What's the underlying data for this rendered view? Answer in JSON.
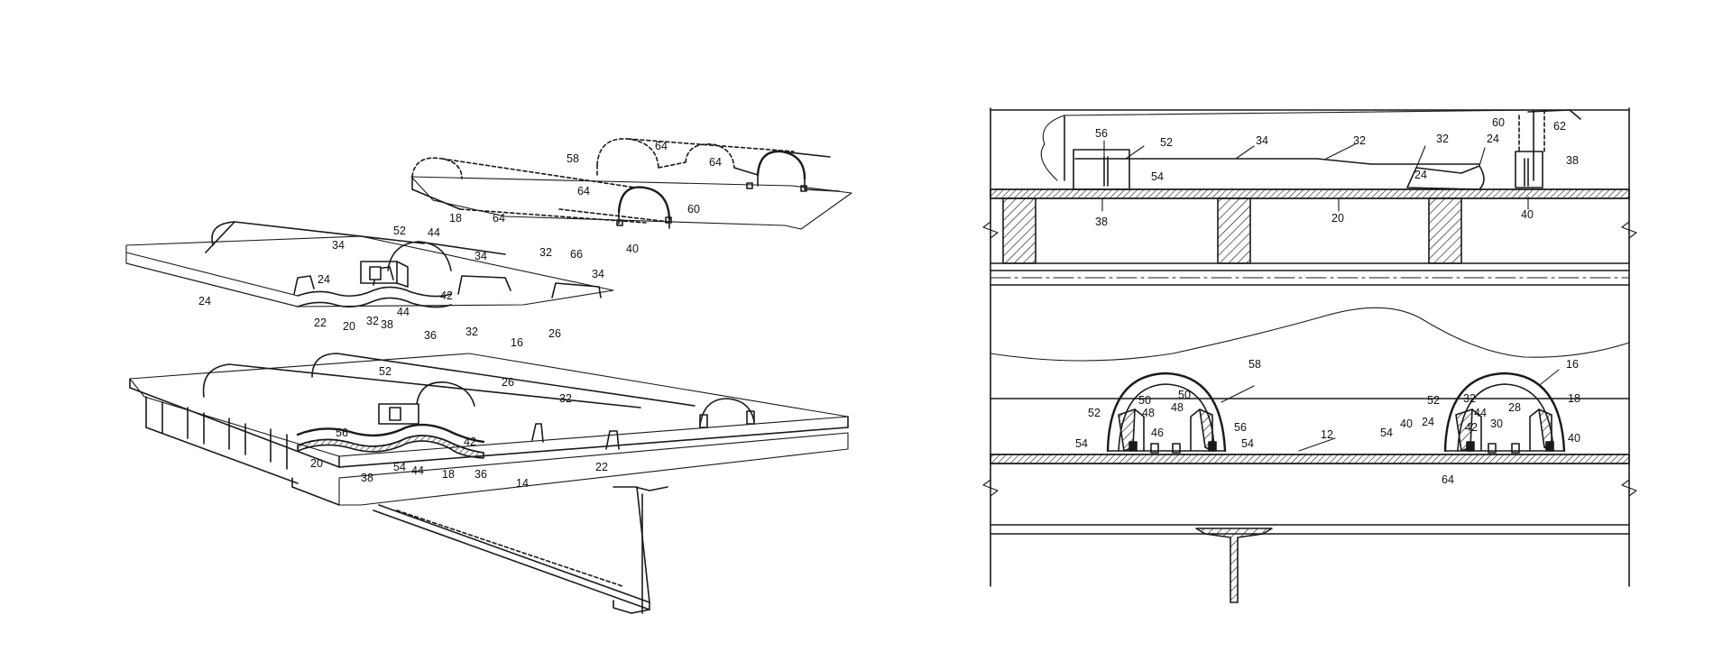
{
  "title": "",
  "colors": {
    "ink": "#1a1a1a",
    "background": "#ffffff"
  },
  "left_figure": {
    "top_labels": [
      "58",
      "64",
      "64",
      "64",
      "64",
      "60",
      "66",
      "40",
      "18",
      "34",
      "52",
      "44",
      "34",
      "32",
      "34",
      "24",
      "24",
      "42",
      "32",
      "20",
      "22",
      "38",
      "44",
      "36",
      "32",
      "26"
    ],
    "bottom_labels": [
      "16",
      "26",
      "52",
      "32",
      "56",
      "42",
      "20",
      "38",
      "54",
      "44",
      "18",
      "36",
      "14",
      "22"
    ]
  },
  "right_figure": {
    "top_labels": [
      "60",
      "62",
      "56",
      "52",
      "34",
      "32",
      "32",
      "24",
      "24",
      "38",
      "54",
      "38",
      "20",
      "40"
    ],
    "bottom_labels": [
      "58",
      "16",
      "18",
      "52",
      "50",
      "50",
      "48",
      "48",
      "46",
      "56",
      "54",
      "54",
      "52",
      "32",
      "44",
      "28",
      "40",
      "24",
      "42",
      "30",
      "54",
      "40",
      "12",
      "64"
    ]
  }
}
